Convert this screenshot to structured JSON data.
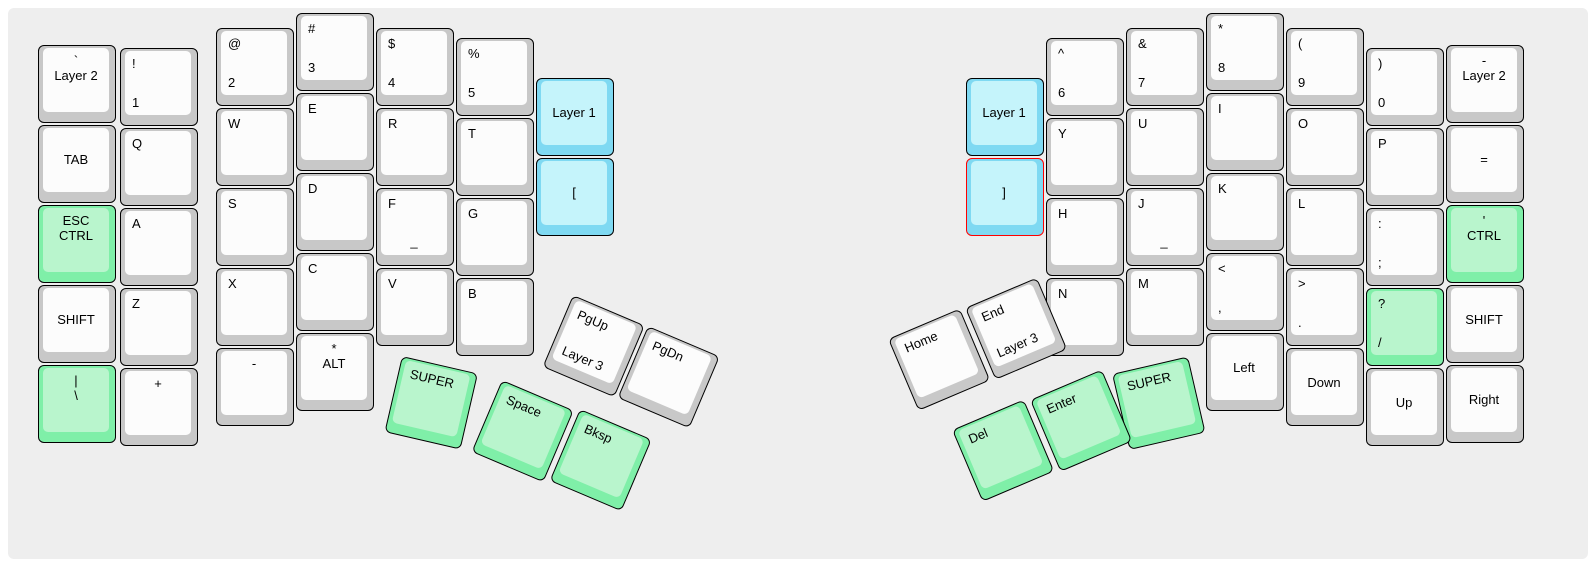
{
  "title": "Ergonomic split keyboard layout",
  "colors": {
    "background": "#eeeeee",
    "key_body": "#c8c8c8",
    "key_face": "#fcfcfc",
    "green_body": "#7fefa8",
    "green_face": "#b9f5cd",
    "cyan_body": "#7fd9f2",
    "cyan_face": "#c5f4fb",
    "selected_border": "#ff0000",
    "legend": "#000000"
  },
  "left_half": {
    "name": "left-keyboard-half",
    "columns": [
      {
        "name": "column-pinky-outer",
        "keys": [
          {
            "top": "`",
            "main": "Layer 2",
            "align": "center",
            "color": "white"
          },
          {
            "top": "",
            "main": "TAB",
            "align": "center",
            "color": "white"
          },
          {
            "top": "ESC",
            "main": "CTRL",
            "align": "center",
            "color": "green"
          },
          {
            "top": "",
            "main": "SHIFT",
            "align": "center",
            "color": "white"
          },
          {
            "top": "|",
            "main": "\\",
            "align": "center",
            "color": "green"
          }
        ]
      },
      {
        "name": "column-pinky",
        "keys": [
          {
            "top": "!",
            "main": "1",
            "align": "left",
            "color": "white"
          },
          {
            "top": "Q",
            "main": "",
            "align": "left",
            "color": "white"
          },
          {
            "top": "A",
            "main": "",
            "align": "left",
            "color": "white"
          },
          {
            "top": "Z",
            "main": "",
            "align": "left",
            "color": "white"
          },
          {
            "top": "+",
            "main": "",
            "align": "center",
            "color": "white"
          }
        ]
      },
      {
        "name": "column-ring",
        "keys": [
          {
            "top": "@",
            "main": "2",
            "align": "left",
            "color": "white"
          },
          {
            "top": "W",
            "main": "",
            "align": "left",
            "color": "white"
          },
          {
            "top": "S",
            "main": "",
            "align": "left",
            "color": "white"
          },
          {
            "top": "X",
            "main": "",
            "align": "left",
            "color": "white"
          },
          {
            "top": "-",
            "main": "",
            "align": "center",
            "color": "white"
          }
        ]
      },
      {
        "name": "column-middle",
        "keys": [
          {
            "top": "#",
            "main": "3",
            "align": "left",
            "color": "white"
          },
          {
            "top": "E",
            "main": "",
            "align": "left",
            "color": "white"
          },
          {
            "top": "D",
            "main": "",
            "align": "left",
            "color": "white"
          },
          {
            "top": "C",
            "main": "",
            "align": "left",
            "color": "white"
          },
          {
            "top": "*",
            "main": "ALT",
            "align": "center",
            "color": "white"
          }
        ]
      },
      {
        "name": "column-index",
        "keys": [
          {
            "top": "$",
            "main": "4",
            "align": "left",
            "color": "white"
          },
          {
            "top": "R",
            "main": "",
            "align": "left",
            "color": "white"
          },
          {
            "top": "F",
            "main": "",
            "align": "left",
            "color": "white",
            "homing": "_"
          },
          {
            "top": "V",
            "main": "",
            "align": "left",
            "color": "white"
          }
        ]
      },
      {
        "name": "column-index-inner",
        "keys": [
          {
            "top": "%",
            "main": "5",
            "align": "left",
            "color": "white"
          },
          {
            "top": "T",
            "main": "",
            "align": "left",
            "color": "white"
          },
          {
            "top": "G",
            "main": "",
            "align": "left",
            "color": "white"
          },
          {
            "top": "B",
            "main": "",
            "align": "left",
            "color": "white"
          }
        ]
      },
      {
        "name": "column-thumb-outer",
        "keys": [
          {
            "top": "",
            "main": "Layer 1",
            "align": "center",
            "color": "cyan"
          },
          {
            "top": "",
            "main": "[",
            "align": "center",
            "color": "cyan"
          }
        ]
      }
    ],
    "thumb_cluster": {
      "name": "left-thumb-cluster",
      "keys": [
        {
          "name": "thumb-key-super",
          "top": "",
          "main": "SUPER",
          "color": "green"
        },
        {
          "name": "thumb-key-space",
          "top": "",
          "main": "Space",
          "color": "green"
        },
        {
          "name": "thumb-key-bksp",
          "top": "",
          "main": "Bksp",
          "color": "green"
        },
        {
          "name": "thumb-key-pgup",
          "top": "PgUp",
          "main": "Layer 3",
          "color": "white"
        },
        {
          "name": "thumb-key-pgdn",
          "top": "",
          "main": "PgDn",
          "color": "white"
        }
      ]
    }
  },
  "right_half": {
    "name": "right-keyboard-half",
    "columns": [
      {
        "name": "column-thumb-outer",
        "keys": [
          {
            "top": "",
            "main": "Layer 1",
            "align": "center",
            "color": "cyan"
          },
          {
            "top": "",
            "main": "]",
            "align": "center",
            "color": "cyan",
            "selected": true
          }
        ]
      },
      {
        "name": "column-index-inner",
        "keys": [
          {
            "top": "^",
            "main": "6",
            "align": "left",
            "color": "white"
          },
          {
            "top": "Y",
            "main": "",
            "align": "left",
            "color": "white"
          },
          {
            "top": "H",
            "main": "",
            "align": "left",
            "color": "white"
          },
          {
            "top": "N",
            "main": "",
            "align": "left",
            "color": "white"
          }
        ]
      },
      {
        "name": "column-index",
        "keys": [
          {
            "top": "&",
            "main": "7",
            "align": "left",
            "color": "white"
          },
          {
            "top": "U",
            "main": "",
            "align": "left",
            "color": "white"
          },
          {
            "top": "J",
            "main": "",
            "align": "left",
            "color": "white",
            "homing": "_"
          },
          {
            "top": "M",
            "main": "",
            "align": "left",
            "color": "white"
          }
        ]
      },
      {
        "name": "column-middle",
        "keys": [
          {
            "top": "*",
            "main": "8",
            "align": "left",
            "color": "white"
          },
          {
            "top": "I",
            "main": "",
            "align": "left",
            "color": "white"
          },
          {
            "top": "K",
            "main": "",
            "align": "left",
            "color": "white"
          },
          {
            "top": "<",
            "main": ",",
            "align": "left",
            "color": "white"
          },
          {
            "top": "",
            "main": "Left",
            "align": "center",
            "color": "white"
          }
        ]
      },
      {
        "name": "column-ring",
        "keys": [
          {
            "top": "(",
            "main": "9",
            "align": "left",
            "color": "white"
          },
          {
            "top": "O",
            "main": "",
            "align": "left",
            "color": "white"
          },
          {
            "top": "L",
            "main": "",
            "align": "left",
            "color": "white"
          },
          {
            "top": ">",
            "main": ".",
            "align": "left",
            "color": "white"
          },
          {
            "top": "",
            "main": "Down",
            "align": "center",
            "color": "white"
          }
        ]
      },
      {
        "name": "column-pinky",
        "keys": [
          {
            "top": ")",
            "main": "0",
            "align": "left",
            "color": "white"
          },
          {
            "top": "P",
            "main": "",
            "align": "left",
            "color": "white"
          },
          {
            "top": ":",
            "main": ";",
            "align": "left",
            "color": "white"
          },
          {
            "top": "?",
            "main": "/",
            "align": "left",
            "color": "green"
          },
          {
            "top": "",
            "main": "Up",
            "align": "center",
            "color": "white"
          }
        ]
      },
      {
        "name": "column-pinky-outer",
        "keys": [
          {
            "top": "-",
            "main": "Layer 2",
            "align": "center",
            "color": "white"
          },
          {
            "top": "",
            "main": "=",
            "align": "center",
            "color": "white"
          },
          {
            "top": "'",
            "main": "CTRL",
            "align": "center",
            "color": "green"
          },
          {
            "top": "",
            "main": "SHIFT",
            "align": "center",
            "color": "white"
          },
          {
            "top": "",
            "main": "Right",
            "align": "center",
            "color": "white"
          }
        ]
      }
    ],
    "thumb_cluster": {
      "name": "right-thumb-cluster",
      "keys": [
        {
          "name": "thumb-key-super",
          "top": "",
          "main": "SUPER",
          "color": "green"
        },
        {
          "name": "thumb-key-enter",
          "top": "",
          "main": "Enter",
          "color": "green"
        },
        {
          "name": "thumb-key-del",
          "top": "",
          "main": "Del",
          "color": "green"
        },
        {
          "name": "thumb-key-end",
          "top": "End",
          "main": "Layer 3",
          "color": "white"
        },
        {
          "name": "thumb-key-home",
          "top": "",
          "main": "Home",
          "color": "white"
        }
      ]
    }
  }
}
